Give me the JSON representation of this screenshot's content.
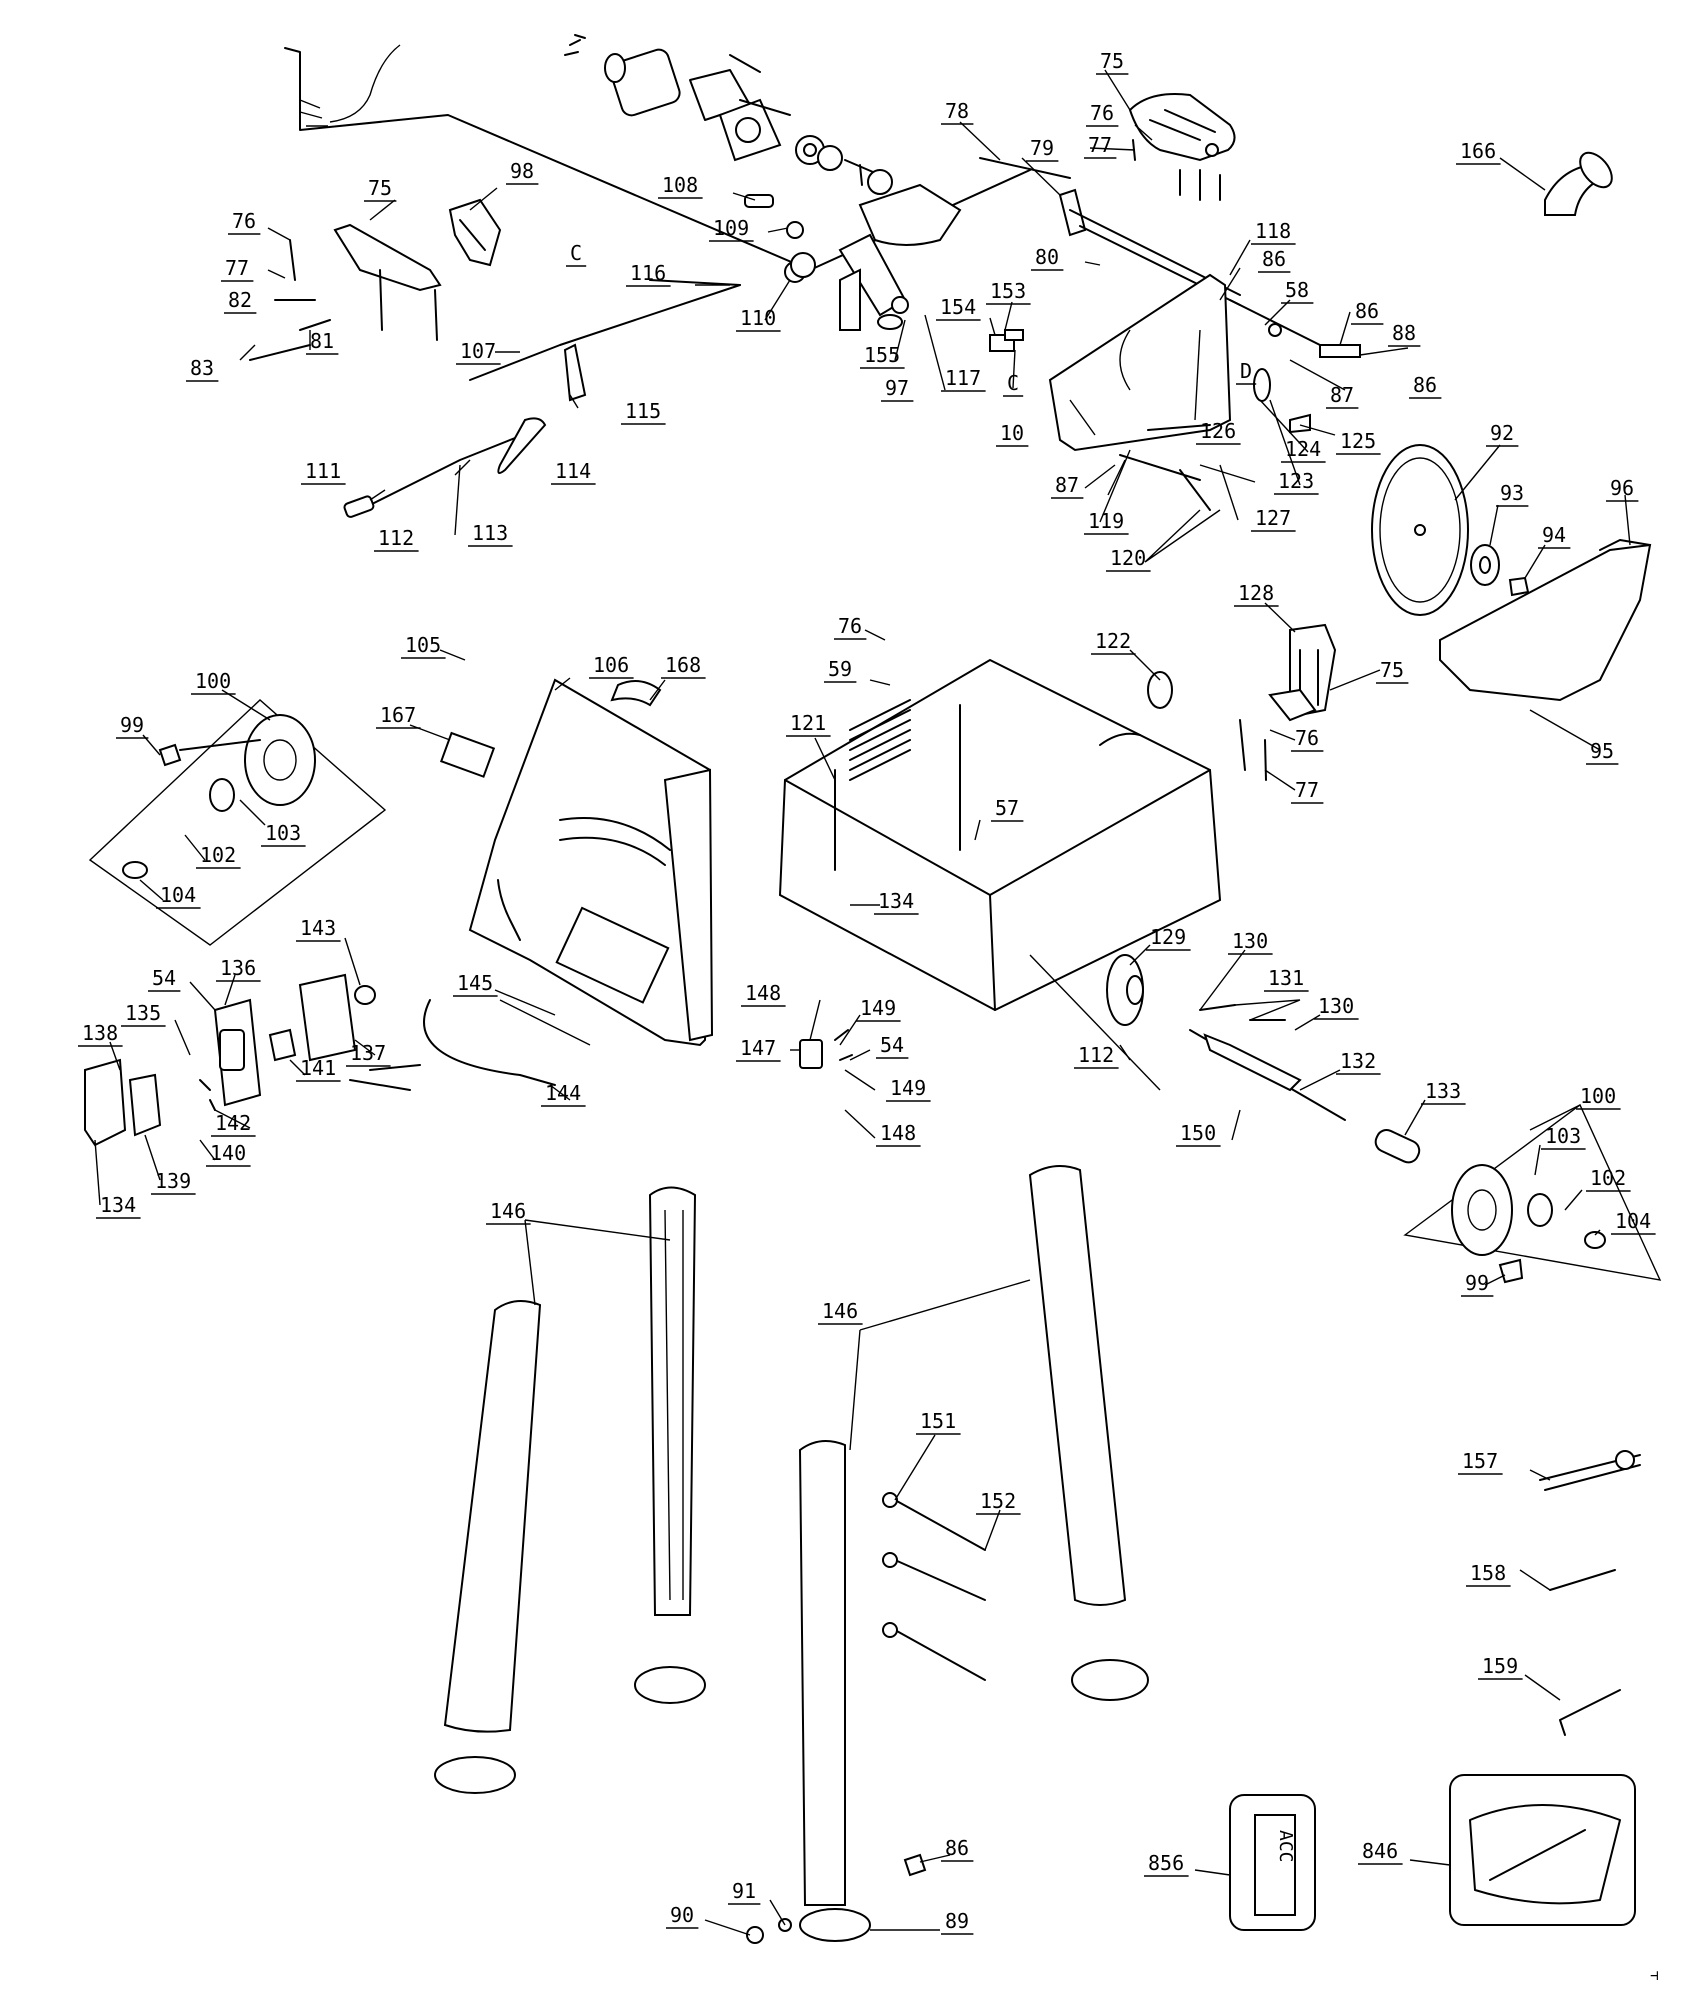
{
  "diagram": {
    "callouts": [
      {
        "id": "c75a",
        "text": "75"
      },
      {
        "id": "c76a",
        "text": "76"
      },
      {
        "id": "c77a",
        "text": "77"
      },
      {
        "id": "c78",
        "text": "78"
      },
      {
        "id": "c79",
        "text": "79"
      },
      {
        "id": "c166",
        "text": "166"
      },
      {
        "id": "c98",
        "text": "98"
      },
      {
        "id": "c75b",
        "text": "75"
      },
      {
        "id": "c76b",
        "text": "76"
      },
      {
        "id": "c77b",
        "text": "77"
      },
      {
        "id": "c82",
        "text": "82"
      },
      {
        "id": "c81",
        "text": "81"
      },
      {
        "id": "c83",
        "text": "83"
      },
      {
        "id": "cC1",
        "text": "C"
      },
      {
        "id": "c108",
        "text": "108"
      },
      {
        "id": "c109",
        "text": "109"
      },
      {
        "id": "c116",
        "text": "116"
      },
      {
        "id": "c110",
        "text": "110"
      },
      {
        "id": "c107",
        "text": "107"
      },
      {
        "id": "c115",
        "text": "115"
      },
      {
        "id": "c118",
        "text": "118"
      },
      {
        "id": "c80",
        "text": "80"
      },
      {
        "id": "c86a",
        "text": "86"
      },
      {
        "id": "c58",
        "text": "58"
      },
      {
        "id": "c86b",
        "text": "86"
      },
      {
        "id": "c88",
        "text": "88"
      },
      {
        "id": "c86c",
        "text": "86"
      },
      {
        "id": "c87a",
        "text": "87"
      },
      {
        "id": "c153",
        "text": "153"
      },
      {
        "id": "c154",
        "text": "154"
      },
      {
        "id": "c155",
        "text": "155"
      },
      {
        "id": "c97",
        "text": "97"
      },
      {
        "id": "c117",
        "text": "117"
      },
      {
        "id": "cC2",
        "text": "C"
      },
      {
        "id": "cD",
        "text": "D"
      },
      {
        "id": "c124",
        "text": "124"
      },
      {
        "id": "c125",
        "text": "125"
      },
      {
        "id": "c10",
        "text": "10"
      },
      {
        "id": "c126",
        "text": "126"
      },
      {
        "id": "c123",
        "text": "123"
      },
      {
        "id": "c111",
        "text": "111"
      },
      {
        "id": "c114",
        "text": "114"
      },
      {
        "id": "c112a",
        "text": "112"
      },
      {
        "id": "c113",
        "text": "113"
      },
      {
        "id": "c87b",
        "text": "87"
      },
      {
        "id": "c119",
        "text": "119"
      },
      {
        "id": "c127",
        "text": "127"
      },
      {
        "id": "c120",
        "text": "120"
      },
      {
        "id": "c92",
        "text": "92"
      },
      {
        "id": "c93",
        "text": "93"
      },
      {
        "id": "c94",
        "text": "94"
      },
      {
        "id": "c96",
        "text": "96"
      },
      {
        "id": "c128",
        "text": "128"
      },
      {
        "id": "c75c",
        "text": "75"
      },
      {
        "id": "c76c",
        "text": "76"
      },
      {
        "id": "c77c",
        "text": "77"
      },
      {
        "id": "c95",
        "text": "95"
      },
      {
        "id": "c76d",
        "text": "76"
      },
      {
        "id": "c59",
        "text": "59"
      },
      {
        "id": "c122",
        "text": "122"
      },
      {
        "id": "c105",
        "text": "105"
      },
      {
        "id": "c106",
        "text": "106"
      },
      {
        "id": "c168",
        "text": "168"
      },
      {
        "id": "c121",
        "text": "121"
      },
      {
        "id": "c167",
        "text": "167"
      },
      {
        "id": "c57",
        "text": "57"
      },
      {
        "id": "c100a",
        "text": "100"
      },
      {
        "id": "c99a",
        "text": "99"
      },
      {
        "id": "c103a",
        "text": "103"
      },
      {
        "id": "c102a",
        "text": "102"
      },
      {
        "id": "c104a",
        "text": "104"
      },
      {
        "id": "c134a",
        "text": "134"
      },
      {
        "id": "c143",
        "text": "143"
      },
      {
        "id": "c129",
        "text": "129"
      },
      {
        "id": "c130a",
        "text": "130"
      },
      {
        "id": "c131",
        "text": "131"
      },
      {
        "id": "c130b",
        "text": "130"
      },
      {
        "id": "c54a",
        "text": "54"
      },
      {
        "id": "c136",
        "text": "136"
      },
      {
        "id": "c145",
        "text": "145"
      },
      {
        "id": "c135",
        "text": "135"
      },
      {
        "id": "c148a",
        "text": "148"
      },
      {
        "id": "c149a",
        "text": "149"
      },
      {
        "id": "c147",
        "text": "147"
      },
      {
        "id": "c54b",
        "text": "54"
      },
      {
        "id": "c112b",
        "text": "112"
      },
      {
        "id": "c132",
        "text": "132"
      },
      {
        "id": "c138",
        "text": "138"
      },
      {
        "id": "c141",
        "text": "141"
      },
      {
        "id": "c137",
        "text": "137"
      },
      {
        "id": "c149b",
        "text": "149"
      },
      {
        "id": "c144",
        "text": "144"
      },
      {
        "id": "c142",
        "text": "142"
      },
      {
        "id": "c148b",
        "text": "148"
      },
      {
        "id": "c133",
        "text": "133"
      },
      {
        "id": "c150",
        "text": "150"
      },
      {
        "id": "c100b",
        "text": "100"
      },
      {
        "id": "c140",
        "text": "140"
      },
      {
        "id": "c139",
        "text": "139"
      },
      {
        "id": "c134b",
        "text": "134"
      },
      {
        "id": "c103b",
        "text": "103"
      },
      {
        "id": "c102b",
        "text": "102"
      },
      {
        "id": "c104b",
        "text": "104"
      },
      {
        "id": "c99b",
        "text": "99"
      },
      {
        "id": "c146a",
        "text": "146"
      },
      {
        "id": "c146b",
        "text": "146"
      },
      {
        "id": "c151",
        "text": "151"
      },
      {
        "id": "c152",
        "text": "152"
      },
      {
        "id": "c157",
        "text": "157"
      },
      {
        "id": "c158",
        "text": "158"
      },
      {
        "id": "c159",
        "text": "159"
      },
      {
        "id": "c86d",
        "text": "86"
      },
      {
        "id": "c856",
        "text": "856"
      },
      {
        "id": "c846",
        "text": "846"
      },
      {
        "id": "c91",
        "text": "91"
      },
      {
        "id": "c90",
        "text": "90"
      },
      {
        "id": "c89",
        "text": "89"
      }
    ],
    "accessory_label": "ACC",
    "corner_mark": "⊣"
  }
}
